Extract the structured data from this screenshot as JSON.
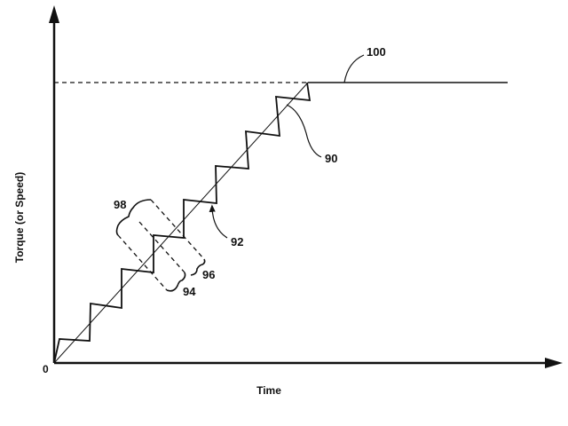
{
  "axes": {
    "y_label": "Torque (or Speed)",
    "x_label": "Time",
    "origin_label": "0"
  },
  "reference_numerals": {
    "setpoint_line": "100",
    "ramp_line": "90",
    "stepped_profile": "92",
    "step_width": "94",
    "step_period": "96",
    "step_height": "98"
  },
  "colors": {
    "ink": "#111111",
    "background": "#ffffff"
  }
}
